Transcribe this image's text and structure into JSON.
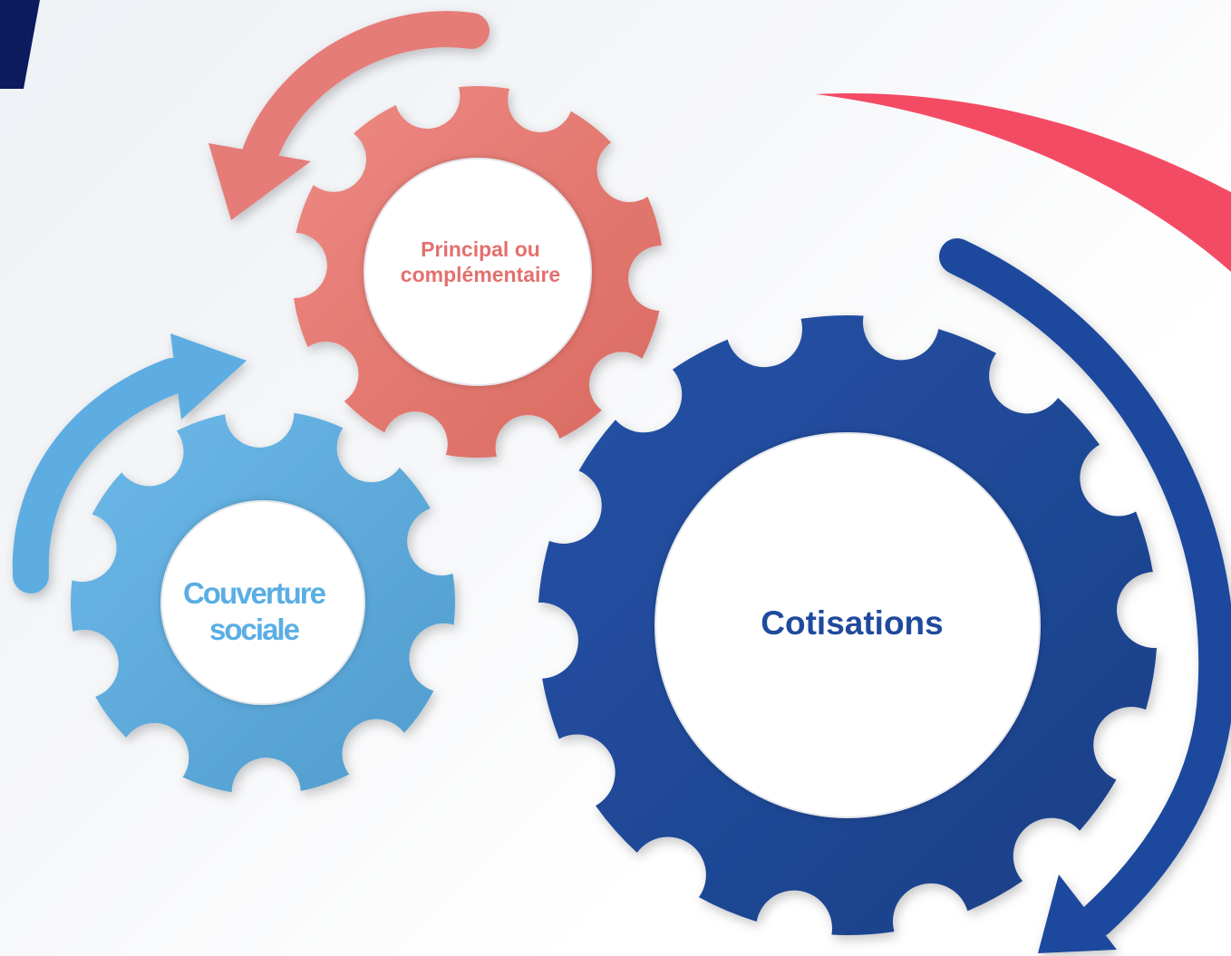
{
  "gears": [
    {
      "id": "principal",
      "label_line1": "Principal ou",
      "label_line2": "complémentaire",
      "color": "#e3706d",
      "text_color": "#e3706d"
    },
    {
      "id": "couverture",
      "label_line1": "Couverture",
      "label_line2": "sociale",
      "color": "#5aaee3",
      "text_color": "#5aaee3"
    },
    {
      "id": "cotisations",
      "label": "Cotisations",
      "color": "#1f4a9d",
      "text_color": "#1f4a9d"
    }
  ],
  "accents": {
    "top_left_shape": "#0c1a5e",
    "right_swoosh": "#f44b64"
  }
}
